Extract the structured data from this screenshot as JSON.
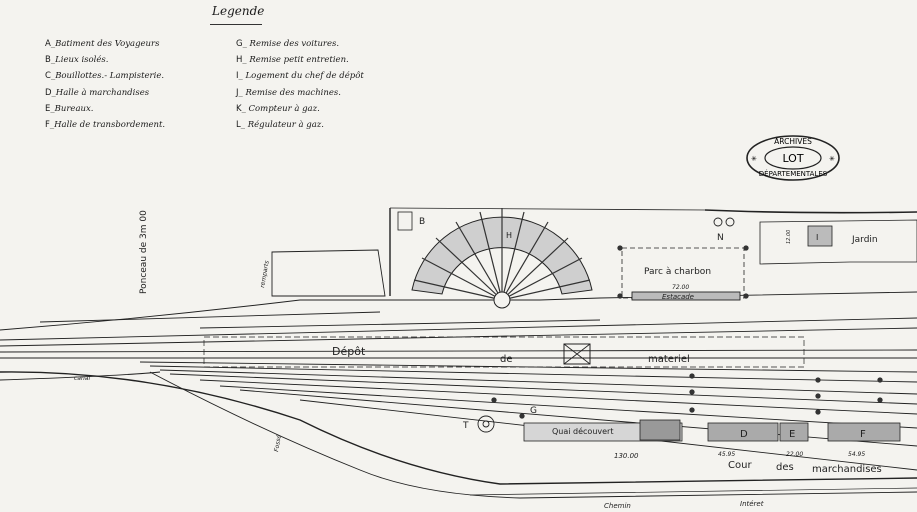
{
  "legend": {
    "title": "Legende",
    "items": [
      {
        "key": "A",
        "text": "_Batiment des Voyageurs"
      },
      {
        "key": "B",
        "text": "_Lieux isolés."
      },
      {
        "key": "C",
        "text": "_Bouillottes.- Lampisterie."
      },
      {
        "key": "D",
        "text": "_Halle à marchandises"
      },
      {
        "key": "E",
        "text": "_Bureaux."
      },
      {
        "key": "F",
        "text": "_Halle de transbordement."
      },
      {
        "key": "G",
        "text": "_ Remise des voitures."
      },
      {
        "key": "H",
        "text": "_ Remise petit entretien."
      },
      {
        "key": "I",
        "text": "_ Logement du chef de dépôt"
      },
      {
        "key": "J",
        "text": "_ Remise des machines."
      },
      {
        "key": "K",
        "text": "_ Compteur à gaz."
      },
      {
        "key": "L",
        "text": "_ Régulateur à gaz."
      }
    ]
  },
  "stamp": {
    "top": "ARCHIVES",
    "middle": "LOT",
    "bottom": "DÉPARTEMENTALES"
  },
  "labels": {
    "ponceau": "Ponceau de 3m 00",
    "parc": "Parc à charbon",
    "parc_dim": "72.00",
    "estacade": "Estacade",
    "jardin": "Jardin",
    "depot": "Dépôt",
    "de": "de",
    "materiel": "materiel",
    "quai": "Quai découvert",
    "quai_dim": "130.00",
    "cour1": "Cour",
    "cour2": "des",
    "cour3": "marchandises",
    "chemin": "Chemin",
    "interet": "Intéret",
    "b_label": "B",
    "n_label": "N",
    "t_label": "T",
    "g_label": "G",
    "d_label": "D",
    "e_label": "E",
    "f_label": "F",
    "i_label": "I",
    "h_label": "H",
    "dim_d": "45.95",
    "dim_e": "22.00",
    "dim_f": "54.95",
    "dim_i": "12.00",
    "remparts": "remparts",
    "fosse": "Fossé",
    "canal": "canal"
  }
}
